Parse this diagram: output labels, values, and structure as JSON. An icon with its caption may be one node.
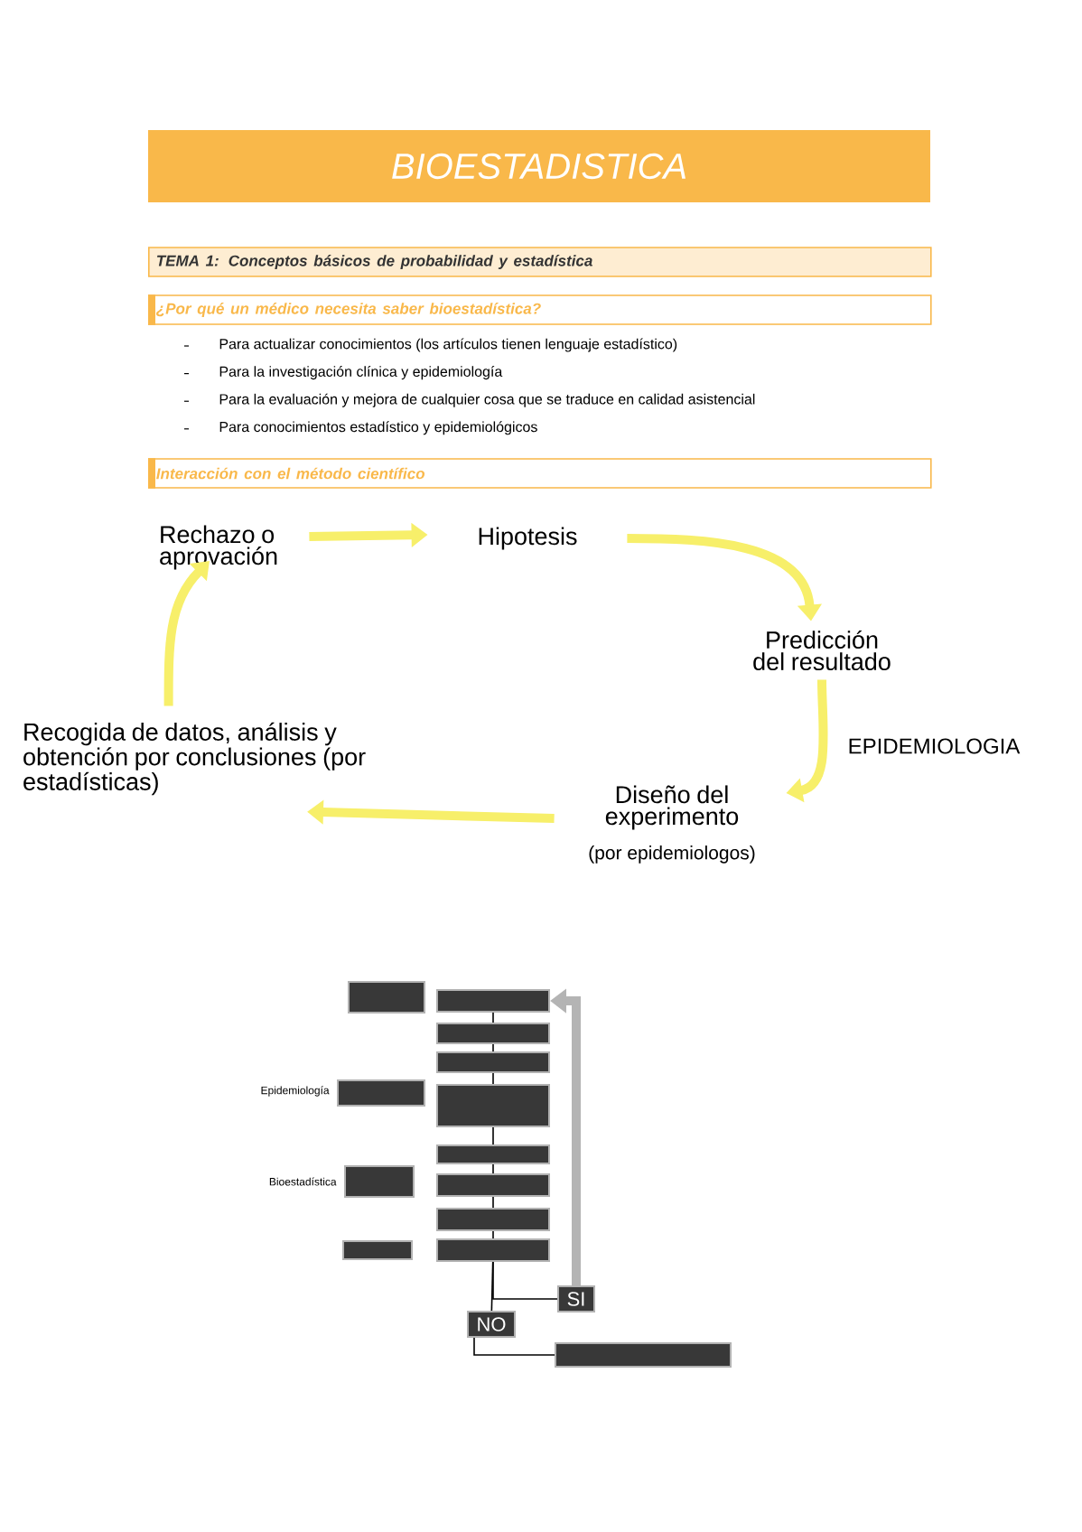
{
  "diagram": {
    "title": "BIOESTADISTICA",
    "nodes": [
      {
        "text": [
          "TEMA 1: Conceptos básicos de probabilidad y estadística"
        ]
      },
      {
        "text": [
          "¿Por qué un médico necesita saber bioestadística?"
        ]
      },
      {
        "text": [
          "Interacción con el método científico"
        ]
      },
      {
        "text": [
          "Rechazo o aprovación"
        ]
      },
      {
        "text": [
          "Hipotesis"
        ]
      },
      {
        "text": [
          "Predicción del resultado"
        ]
      },
      {
        "text": [
          "Diseño del experimento"
        ],
        "beside": [
          "(por epidemiologos)"
        ]
      },
      {
        "text": [
          "Recogida de datos, análisis y obtención por conclusiones (por estadísticas)"
        ]
      },
      {
        "text": [],
        "shape": "box"
      },
      {
        "text": [],
        "shape": "box"
      },
      {
        "text": [],
        "shape": "box"
      },
      {
        "text": [],
        "shape": "box"
      },
      {
        "text": [],
        "shape": "box",
        "beside": [
          "Epidemiología"
        ]
      },
      {
        "text": [],
        "shape": "box"
      },
      {
        "text": [],
        "shape": "box"
      },
      {
        "text": [],
        "shape": "box",
        "beside": [
          "Bioestadística"
        ]
      },
      {
        "text": [],
        "shape": "box"
      },
      {
        "text": [],
        "shape": "box"
      },
      {
        "text": [],
        "shape": "box"
      },
      {
        "text": [],
        "shape": "box"
      },
      {
        "text": [
          "SI"
        ]
      },
      {
        "text": [
          "NO"
        ]
      },
      {
        "text": [],
        "shape": "box"
      }
    ],
    "edges": [
      {
        "from": 3,
        "to": 4,
        "arrow": "to",
        "style": "thick",
        "color": "#f7ef6a"
      },
      {
        "from": 4,
        "to": 5,
        "arrow": "to",
        "style": "thick",
        "color": "#f7ef6a"
      },
      {
        "from": 5,
        "to": 6,
        "arrow": "to",
        "style": "thick",
        "color": "#f7ef6a"
      },
      {
        "from": 6,
        "to": 7,
        "arrow": "to",
        "style": "thick",
        "color": "#f7ef6a"
      },
      {
        "from": 7,
        "to": 3,
        "arrow": "to",
        "style": "thick",
        "color": "#f7ef6a"
      },
      {
        "from": 9,
        "to": 10,
        "arrow": "none"
      },
      {
        "from": 10,
        "to": 11,
        "arrow": "none"
      },
      {
        "from": 11,
        "to": 13,
        "arrow": "none"
      },
      {
        "from": 13,
        "to": 14,
        "arrow": "none"
      },
      {
        "from": 14,
        "to": 16,
        "arrow": "none"
      },
      {
        "from": 16,
        "to": 17,
        "arrow": "none"
      },
      {
        "from": 17,
        "to": 19,
        "arrow": "none"
      },
      {
        "from": 19,
        "to": 20,
        "arrow": "none"
      },
      {
        "from": 19,
        "to": 21,
        "arrow": "none"
      },
      {
        "from": 21,
        "to": 22,
        "arrow": "none"
      },
      {
        "from": 20,
        "to": 9,
        "arrow": "to",
        "style": "thick",
        "color": "#b4b4b4"
      }
    ],
    "labels": [
      "Para actualizar conocimientos (los artículos tienen lenguaje estadístico)",
      "Para la investigación clínica y epidemiología",
      "Para la evaluación y mejora de cualquier cosa que se traduce en calidad asistencial",
      "Para conocimientos estadístico y epidemiológicos",
      "EPIDEMIOLOGIA"
    ]
  }
}
